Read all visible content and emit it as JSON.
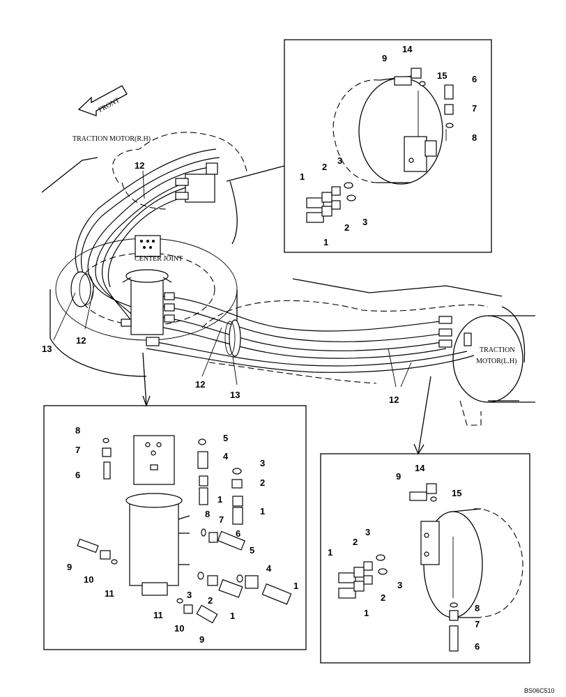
{
  "labels": {
    "front": "FRONT",
    "traction_motor_rh": "TRACTION MOTOR(R.H)",
    "center_joint": "CENTER JOINT",
    "traction_motor_lh_line1": "TRACTION",
    "traction_motor_lh_line2": "MOTOR(L.H)",
    "drawing_code": "BS06C510"
  },
  "callouts": {
    "main": {
      "n12a": "12",
      "n12b": "12",
      "n12c": "12",
      "n12d": "12",
      "n13a": "13",
      "n13b": "13"
    },
    "top_right": {
      "n9": "9",
      "n14": "14",
      "n15": "15",
      "n6": "6",
      "n7": "7",
      "n8": "8",
      "n1a": "1",
      "n2a": "2",
      "n3a": "3",
      "n3b": "3",
      "n2b": "2",
      "n1b": "1"
    },
    "bottom_left": {
      "n8a": "8",
      "n7a": "7",
      "n6a": "6",
      "n5a": "5",
      "n4a": "4",
      "n3a": "3",
      "n2a": "2",
      "n1a": "1",
      "n1b": "1",
      "n8b": "8",
      "n7b": "7",
      "n6b": "6",
      "n5b": "5",
      "n4b": "4",
      "n1c": "1",
      "n9a": "9",
      "n10a": "10",
      "n11a": "11",
      "n3b": "3",
      "n2b": "2",
      "n1d": "1",
      "n11b": "11",
      "n10b": "10",
      "n9b": "9"
    },
    "bottom_right": {
      "n14": "14",
      "n9": "9",
      "n15": "15",
      "n3a": "3",
      "n2a": "2",
      "n1a": "1",
      "n3b": "3",
      "n2b": "2",
      "n1b": "1",
      "n8": "8",
      "n7": "7",
      "n6": "6"
    }
  }
}
